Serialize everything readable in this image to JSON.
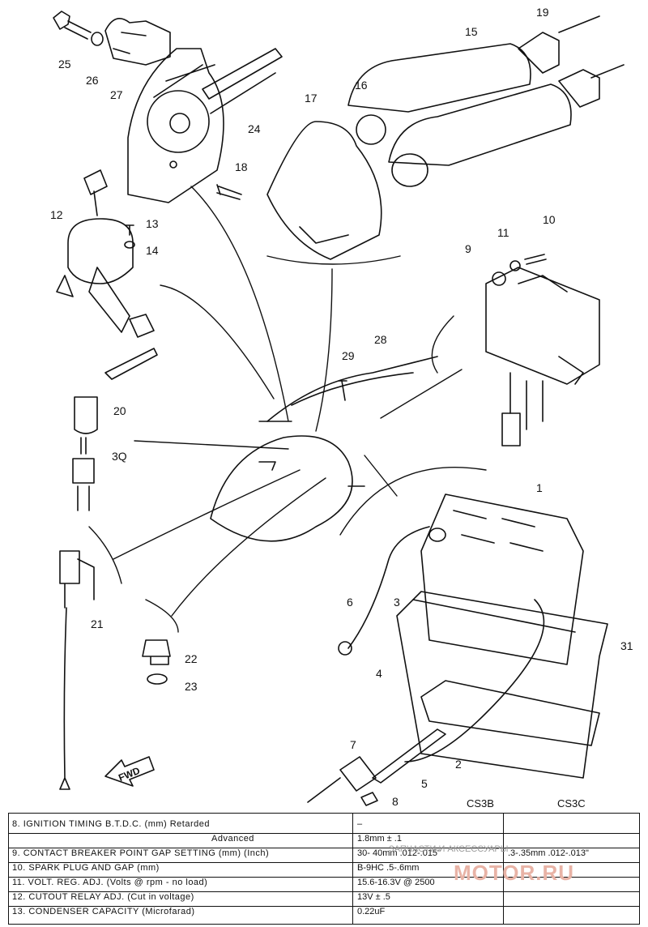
{
  "diagram": {
    "callouts": [
      {
        "id": "1",
        "text": "1"
      },
      {
        "id": "2",
        "text": "2"
      },
      {
        "id": "3",
        "text": "3"
      },
      {
        "id": "4",
        "text": "4"
      },
      {
        "id": "5",
        "text": "5"
      },
      {
        "id": "6",
        "text": "6"
      },
      {
        "id": "7",
        "text": "7"
      },
      {
        "id": "8",
        "text": "8"
      },
      {
        "id": "9",
        "text": "9"
      },
      {
        "id": "10",
        "text": "10"
      },
      {
        "id": "11",
        "text": "11"
      },
      {
        "id": "12",
        "text": "12"
      },
      {
        "id": "13",
        "text": "13"
      },
      {
        "id": "14",
        "text": "14"
      },
      {
        "id": "15",
        "text": "15"
      },
      {
        "id": "16",
        "text": "16"
      },
      {
        "id": "17",
        "text": "17"
      },
      {
        "id": "18",
        "text": "18"
      },
      {
        "id": "19",
        "text": "19"
      },
      {
        "id": "20",
        "text": "20"
      },
      {
        "id": "21",
        "text": "21"
      },
      {
        "id": "22",
        "text": "22"
      },
      {
        "id": "23",
        "text": "23"
      },
      {
        "id": "24",
        "text": "24"
      },
      {
        "id": "25",
        "text": "25"
      },
      {
        "id": "26",
        "text": "26"
      },
      {
        "id": "27",
        "text": "27"
      },
      {
        "id": "28",
        "text": "28"
      },
      {
        "id": "29",
        "text": "29"
      },
      {
        "id": "30",
        "text": "3Q"
      },
      {
        "id": "31",
        "text": "31"
      }
    ],
    "fwd_label": "FWD"
  },
  "spec_table": {
    "columns": [
      "CS3B",
      "CS3C"
    ],
    "rows": [
      {
        "label": "8.   IGNITION TIMING B.T.D.C. (mm) Retarded",
        "cs3b": "–",
        "cs3c": ""
      },
      {
        "label": "Advanced",
        "cs3b": "1.8mm ± .1",
        "cs3c": ""
      },
      {
        "label": "9.   CONTACT BREAKER POINT GAP SETTING (mm) (Inch)",
        "cs3b": "30- 40mm .012-.015\"",
        "cs3c": ".3-.35mm  .012-.013\""
      },
      {
        "label": "10.   SPARK PLUG AND GAP (mm)",
        "cs3b": "B-9HC   .5-.6mm",
        "cs3c": ""
      },
      {
        "label": "11.   VOLT. REG. ADJ. (Volts @ rpm - no load)",
        "cs3b": "15.6-16.3V @ 2500",
        "cs3c": ""
      },
      {
        "label": "12.   CUTOUT RELAY ADJ. (Cut in voltage)",
        "cs3b": "13V ± .5",
        "cs3c": ""
      },
      {
        "label": "13.   CONDENSER CAPACITY (Microfarad)",
        "cs3b": "0.22uF",
        "cs3c": ""
      }
    ]
  },
  "watermark": {
    "text": "ЗАПЧАСТИ И АКСЕССУАРЫ",
    "brand": "MOTOR.RU"
  },
  "colors": {
    "ink": "#111111",
    "paper": "#ffffff",
    "watermark": "#e8b3a6"
  }
}
